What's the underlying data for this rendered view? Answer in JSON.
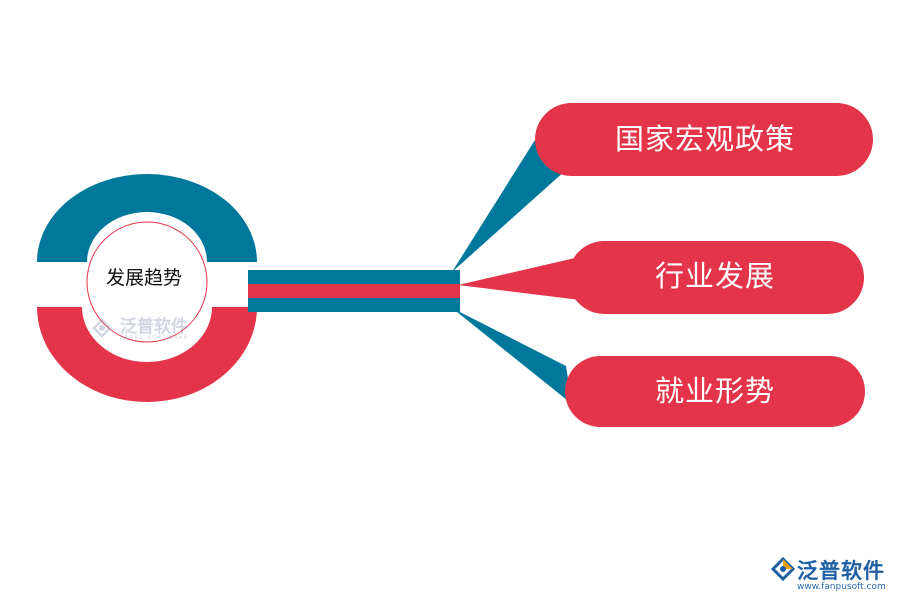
{
  "center": {
    "label": "发展趋势"
  },
  "branches": [
    {
      "label": "国家宏观政策"
    },
    {
      "label": "行业发展"
    },
    {
      "label": "就业形势"
    }
  ],
  "watermark": {
    "center_brand": "泛普软件",
    "center_sub": "FANPU SOFTWARE",
    "corner_brand": "泛普软件",
    "corner_url": "www.fanpusoft.com",
    "logo_icon": "fanpu-logo-icon"
  },
  "colors": {
    "teal": "#00789b",
    "red": "#e4344a",
    "white": "#ffffff"
  }
}
